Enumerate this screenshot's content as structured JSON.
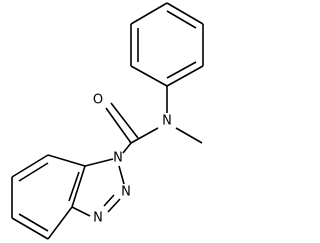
{
  "molecule": {
    "atoms": {
      "oxygen": "O",
      "n_amide": "N",
      "n1_triazole": "N",
      "n2_triazole": "N",
      "n3_triazole": "N"
    }
  }
}
